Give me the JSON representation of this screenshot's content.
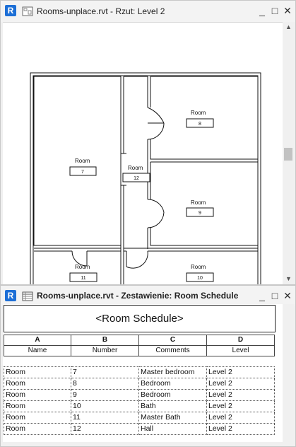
{
  "top_window": {
    "title": "Rooms-unplace.rvt - Rzut: Level 2",
    "logo": "R"
  },
  "bottom_window": {
    "title": "Rooms-unplace.rvt - Zestawienie: Room Schedule",
    "logo": "R"
  },
  "window_controls": {
    "minimize": "_",
    "maximize": "□",
    "close": "✕"
  },
  "rooms": [
    {
      "name": "Room",
      "number": "7"
    },
    {
      "name": "Room",
      "number": "8"
    },
    {
      "name": "Room",
      "number": "9"
    },
    {
      "name": "Room",
      "number": "10"
    },
    {
      "name": "Room",
      "number": "11"
    },
    {
      "name": "Room",
      "number": "12"
    }
  ],
  "schedule": {
    "title": "<Room Schedule>",
    "column_letters": [
      "A",
      "B",
      "C",
      "D"
    ],
    "column_headers": [
      "Name",
      "Number",
      "Comments",
      "Level"
    ],
    "rows": [
      [
        "Room",
        "7",
        "Master bedroom",
        "Level 2"
      ],
      [
        "Room",
        "8",
        "Bedroom",
        "Level 2"
      ],
      [
        "Room",
        "9",
        "Bedroom",
        "Level 2"
      ],
      [
        "Room",
        "10",
        "Bath",
        "Level 2"
      ],
      [
        "Room",
        "11",
        "Master Bath",
        "Level 2"
      ],
      [
        "Room",
        "12",
        "Hall",
        "Level 2"
      ]
    ]
  },
  "colors": {
    "revit_blue": "#1d6fd6",
    "wall_line": "#111111"
  }
}
